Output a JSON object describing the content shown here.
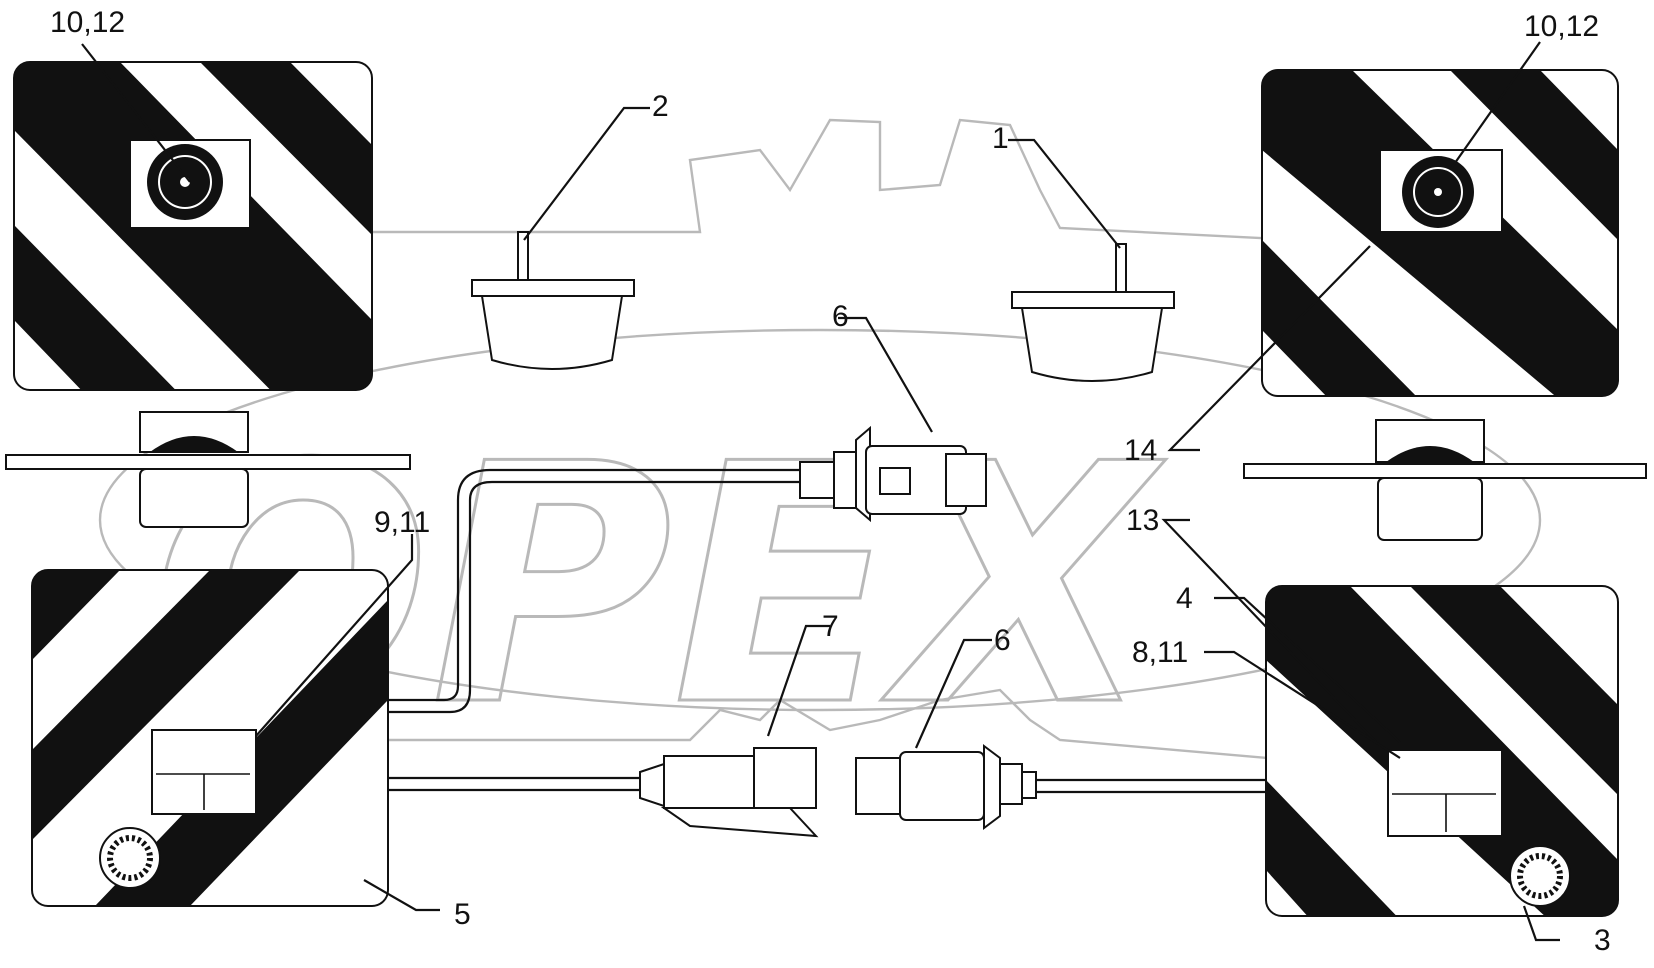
{
  "colors": {
    "ink": "#111111",
    "paper": "#ffffff",
    "watermark": "#b9b9b9"
  },
  "icons": {
    "rear_light": "rear-light-icon",
    "reflector": "round-reflector-icon",
    "plate_lamp": "license-plate-lamp-icon",
    "plug": "electrical-plug-icon",
    "socket": "electrical-socket-icon"
  },
  "callouts": {
    "c1": "1",
    "c2": "2",
    "c3": "3",
    "c4": "4",
    "c5": "5",
    "c6_top": "6",
    "c6_bottom": "6",
    "c7": "7",
    "c8_11": "8,11",
    "c9_11": "9,11",
    "c10_12_left": "10,12",
    "c10_12_right": "10,12",
    "c13": "13",
    "c14": "14"
  }
}
